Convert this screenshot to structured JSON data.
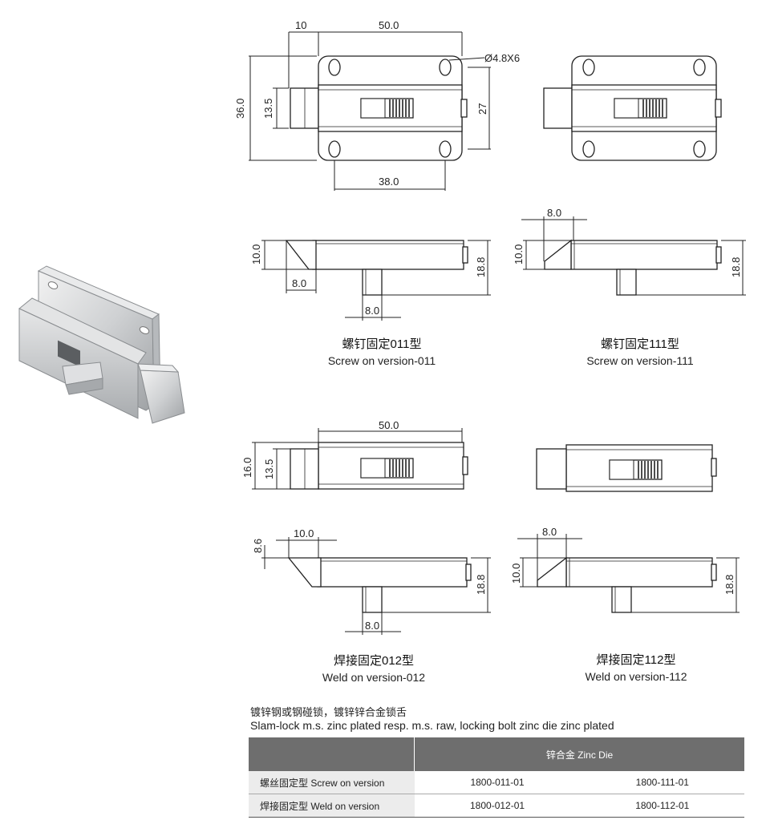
{
  "dimensions": {
    "top_width_10": "10",
    "top_width_50": "50.0",
    "hole_spec": "Ø4.8X6",
    "height_36": "36.0",
    "height_13_5": "13.5",
    "height_27": "27",
    "hole_spacing_38": "38.0",
    "side_10": "10.0",
    "side_8": "8.0",
    "side_18_8": "18.8",
    "weld_16": "16.0",
    "weld_8_6": "8.6"
  },
  "captions": {
    "screw_011_cn": "螺钉固定011型",
    "screw_011_en": "Screw on version-011",
    "screw_111_cn": "螺钉固定111型",
    "screw_111_en": "Screw on version-111",
    "weld_012_cn": "焊接固定012型",
    "weld_012_en": "Weld on version-012",
    "weld_112_cn": "焊接固定112型",
    "weld_112_en": "Weld on version-112"
  },
  "notes": {
    "cn": "镀锌钢或钢碰锁，镀锌锌合金锁舌",
    "en": "Slam-lock m.s. zinc plated resp. m.s. raw, locking bolt zinc die zinc plated"
  },
  "table": {
    "header_material": "锌合金 Zinc Die",
    "rows": [
      {
        "label": "螺丝固定型 Screw on version",
        "col1": "1800-011-01",
        "col2": "1800-111-01"
      },
      {
        "label": "焊接固定型 Weld on version",
        "col1": "1800-012-01",
        "col2": "1800-112-01"
      }
    ]
  }
}
